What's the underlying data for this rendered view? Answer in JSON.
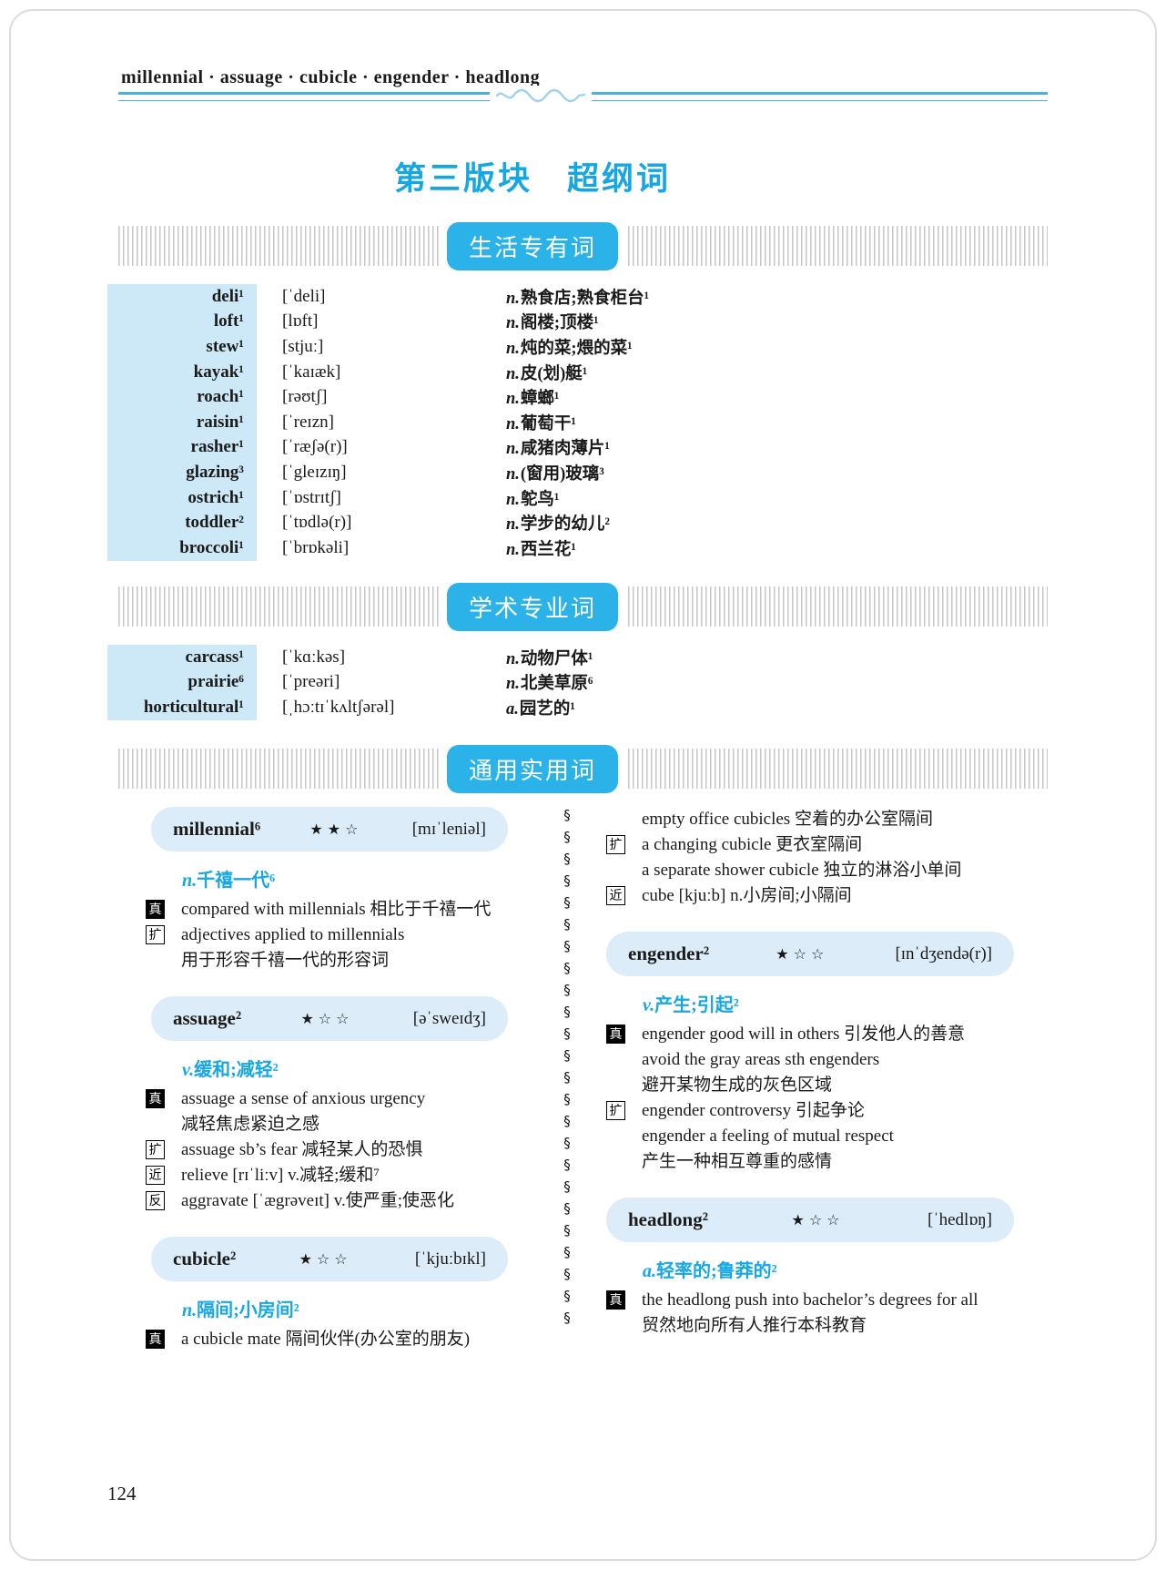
{
  "page": {
    "header_words": "millennial · assuage · cubicle · engender · headlong",
    "title": "第三版块　超纲词",
    "page_number": "124"
  },
  "colors": {
    "accent_blue": "#15a6e4",
    "badge_bg": "#2bb3e9",
    "word_column_bg": "#cde8f7",
    "entry_box_bg": "#dcecf9"
  },
  "life_section": {
    "badge": "生活专有词",
    "rows": [
      {
        "word": "deli¹",
        "phon": "[ˈdeli]",
        "pos": "n.",
        "mean": "熟食店;熟食柜台¹"
      },
      {
        "word": "loft¹",
        "phon": "[lɒft]",
        "pos": "n.",
        "mean": "阁楼;顶楼¹"
      },
      {
        "word": "stew¹",
        "phon": "[stjuː]",
        "pos": "n.",
        "mean": "炖的菜;煨的菜¹"
      },
      {
        "word": "kayak¹",
        "phon": "[ˈkaɪæk]",
        "pos": "n.",
        "mean": "皮(划)艇¹"
      },
      {
        "word": "roach¹",
        "phon": "[rəʊtʃ]",
        "pos": "n.",
        "mean": "蟑螂¹"
      },
      {
        "word": "raisin¹",
        "phon": "[ˈreɪzn]",
        "pos": "n.",
        "mean": "葡萄干¹"
      },
      {
        "word": "rasher¹",
        "phon": "[ˈræʃə(r)]",
        "pos": "n.",
        "mean": "咸猪肉薄片¹"
      },
      {
        "word": "glazing³",
        "phon": "[ˈgleɪzɪŋ]",
        "pos": "n.",
        "mean": "(窗用)玻璃³"
      },
      {
        "word": "ostrich¹",
        "phon": "[ˈɒstrɪtʃ]",
        "pos": "n.",
        "mean": "鸵鸟¹"
      },
      {
        "word": "toddler²",
        "phon": "[ˈtɒdlə(r)]",
        "pos": "n.",
        "mean": "学步的幼儿²"
      },
      {
        "word": "broccoli¹",
        "phon": "[ˈbrɒkəli]",
        "pos": "n.",
        "mean": "西兰花¹"
      }
    ]
  },
  "academic_section": {
    "badge": "学术专业词",
    "rows": [
      {
        "word": "carcass¹",
        "phon": "[ˈkɑːkəs]",
        "pos": "n.",
        "mean": "动物尸体¹"
      },
      {
        "word": "prairie⁶",
        "phon": "[ˈpreəri]",
        "pos": "n.",
        "mean": "北美草原⁶"
      },
      {
        "word": "horticultural¹",
        "phon": "[ˌhɔːtɪˈkʌltʃərəl]",
        "pos": "a.",
        "mean": "园艺的¹"
      }
    ]
  },
  "general_section": {
    "badge": "通用实用词",
    "divider_ornament": "§§§§§§§§§§§§§§§§§§§§§§§§§§",
    "entries": {
      "millennial": {
        "word": "millennial⁶",
        "stars": "★★☆",
        "phon": "[mɪˈleniəl]",
        "pos_label": "n.",
        "pos_text": "千禧一代⁶",
        "lines": [
          {
            "tag": "真",
            "text": "compared with millennials 相比于千禧一代"
          },
          {
            "tag": "扩",
            "text": "adjectives applied to millennials"
          },
          {
            "tag": "",
            "text": "用于形容千禧一代的形容词"
          }
        ]
      },
      "assuage": {
        "word": "assuage²",
        "stars": "★☆☆",
        "phon": "[əˈsweɪdʒ]",
        "pos_label": "v.",
        "pos_text": "缓和;减轻²",
        "lines": [
          {
            "tag": "真",
            "text": "assuage a sense of anxious urgency"
          },
          {
            "tag": "",
            "text": "减轻焦虑紧迫之感"
          },
          {
            "tag": "扩",
            "text": "assuage sb’s fear 减轻某人的恐惧"
          },
          {
            "tag": "近",
            "text": "relieve [rɪˈliːv] v.减轻;缓和⁷"
          },
          {
            "tag": "反",
            "text": "aggravate [ˈægrəveɪt] v.使严重;使恶化"
          }
        ]
      },
      "cubicle": {
        "word": "cubicle²",
        "stars": "★☆☆",
        "phon": "[ˈkjuːbɪkl]",
        "pos_label": "n.",
        "pos_text": "隔间;小房间²",
        "lines": [
          {
            "tag": "真",
            "text": "a cubicle mate 隔间伙伴(办公室的朋友)"
          }
        ],
        "lines_continued": [
          {
            "tag": "",
            "text": "empty office cubicles 空着的办公室隔间"
          },
          {
            "tag": "扩",
            "text": "a changing cubicle 更衣室隔间"
          },
          {
            "tag": "",
            "text": "a separate shower cubicle 独立的淋浴小单间"
          },
          {
            "tag": "近",
            "text": "cube [kjuːb] n.小房间;小隔间"
          }
        ]
      },
      "engender": {
        "word": "engender²",
        "stars": "★☆☆",
        "phon": "[ɪnˈdʒendə(r)]",
        "pos_label": "v.",
        "pos_text": "产生;引起²",
        "lines": [
          {
            "tag": "真",
            "text": "engender good will in others 引发他人的善意"
          },
          {
            "tag": "",
            "text": "avoid the gray areas sth engenders"
          },
          {
            "tag": "",
            "text": "避开某物生成的灰色区域"
          },
          {
            "tag": "扩",
            "text": "engender controversy 引起争论"
          },
          {
            "tag": "",
            "text": "engender a feeling of mutual respect"
          },
          {
            "tag": "",
            "text": "产生一种相互尊重的感情"
          }
        ]
      },
      "headlong": {
        "word": "headlong²",
        "stars": "★☆☆",
        "phon": "[ˈhedlɒŋ]",
        "pos_label": "a.",
        "pos_text": "轻率的;鲁莽的²",
        "lines": [
          {
            "tag": "真",
            "text": "the headlong push into bachelor’s degrees for all"
          },
          {
            "tag": "",
            "text": "贸然地向所有人推行本科教育"
          }
        ]
      }
    }
  }
}
